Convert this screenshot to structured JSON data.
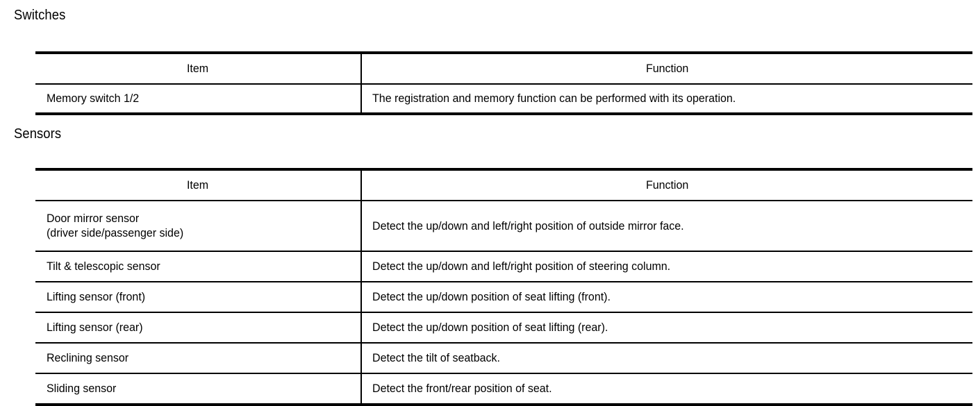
{
  "document": {
    "sections": [
      {
        "heading": "Switches",
        "table": {
          "columns": [
            "Item",
            "Function"
          ],
          "rows": [
            {
              "item": "Memory switch 1/2",
              "item_line2": "",
              "function": "The registration and memory function can be performed with its operation."
            }
          ]
        }
      },
      {
        "heading": "Sensors",
        "table": {
          "columns": [
            "Item",
            "Function"
          ],
          "rows": [
            {
              "item": "Door mirror sensor",
              "item_line2": "(driver side/passenger side)",
              "function": "Detect the up/down and left/right position of outside mirror face."
            },
            {
              "item": "Tilt & telescopic sensor",
              "item_line2": "",
              "function": "Detect the up/down and left/right position of steering column."
            },
            {
              "item": "Lifting sensor (front)",
              "item_line2": "",
              "function": "Detect the up/down position of seat lifting (front)."
            },
            {
              "item": "Lifting sensor (rear)",
              "item_line2": "",
              "function": "Detect the up/down position of seat lifting (rear)."
            },
            {
              "item": "Reclining sensor",
              "item_line2": "",
              "function": "Detect the tilt of seatback."
            },
            {
              "item": "Sliding sensor",
              "item_line2": "",
              "function": "Detect the front/rear position of seat."
            }
          ]
        }
      }
    ]
  },
  "colors": {
    "background": "#ffffff",
    "text": "#000000",
    "rule": "#000000"
  }
}
